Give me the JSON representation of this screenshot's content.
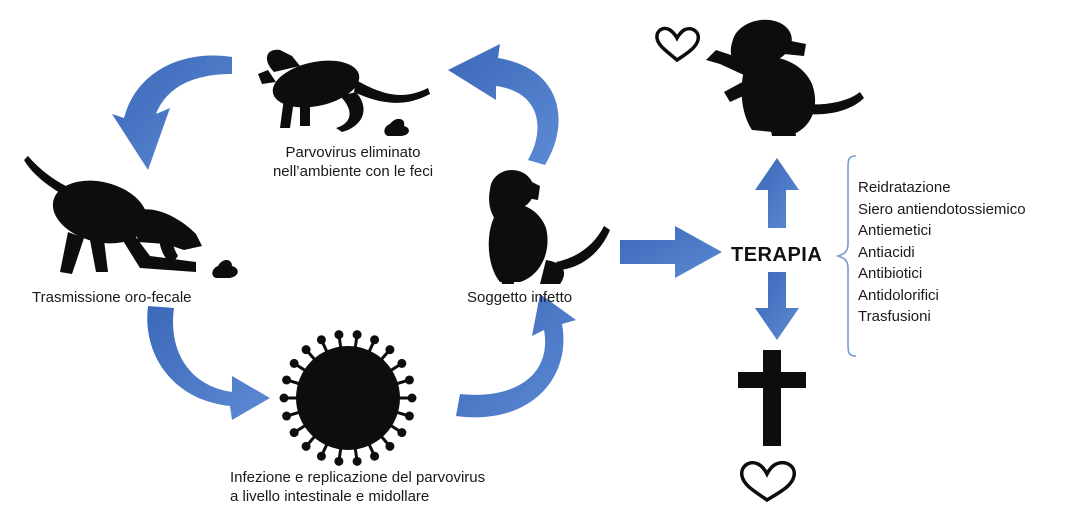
{
  "labels": {
    "feci": [
      "Parvovirus eliminato",
      "nell’ambiente con le feci"
    ],
    "trasmissione": "Trasmissione oro-fecale",
    "soggetto": "Soggetto infetto",
    "infezione": [
      "Infezione e replicazione del parvovirus",
      "a livello intestinale e midollare"
    ],
    "terapia": "TERAPIA"
  },
  "therapies": [
    "Reidratazione",
    "Siero antiendotossiemico",
    "Antiemetici",
    "Antiacidi",
    "Antibiotici",
    "Antidolorifici",
    "Trasfusioni"
  ],
  "icons": {
    "dog_defecating": "dog-defecating-icon",
    "puppy_sniffing": "puppy-sniffing-feces-icon",
    "sick_puppy": "sitting-puppy-icon",
    "virus": "virus-icon",
    "happy_dog": "dog-begging-icon",
    "cross": "cross-icon",
    "heart": "heart-icon"
  },
  "colors": {
    "arrow": "#4a78c4",
    "silhouette": "#0d0d0d",
    "brace": "#7a9bd3"
  }
}
